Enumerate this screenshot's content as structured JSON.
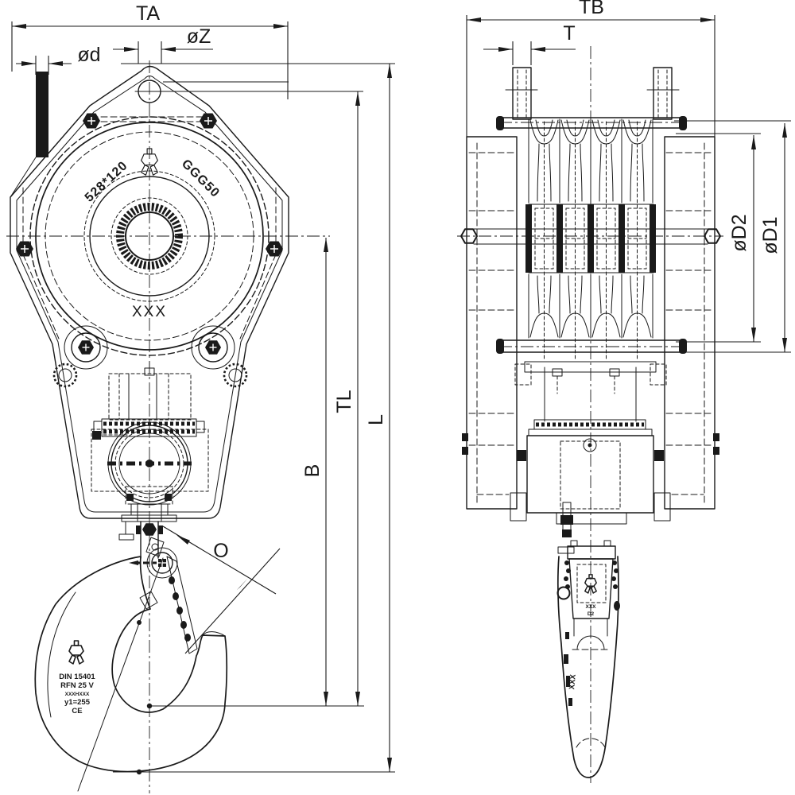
{
  "front_view": {
    "dim_labels": {
      "ta": "TA",
      "od": "ød",
      "oz": "øZ",
      "b": "B",
      "tl": "TL",
      "l": "L",
      "o": "O"
    },
    "face_marks": {
      "upper_left": "528*120",
      "upper_right": "GGG50",
      "lower": "XXX"
    },
    "hook_stamp": [
      "DIN 15401",
      "RFN 25 V",
      "XXXHXXX",
      "y1=255",
      "CE"
    ]
  },
  "side_view": {
    "dim_labels": {
      "tb": "TB",
      "t": "T",
      "od1": "øD1",
      "od2": "øD2"
    },
    "nut_stamp": [
      "XXX",
      "D2"
    ],
    "shank_stamp": "XXX"
  },
  "colors": {
    "ink": "#1a1a1a",
    "paper": "#ffffff"
  }
}
